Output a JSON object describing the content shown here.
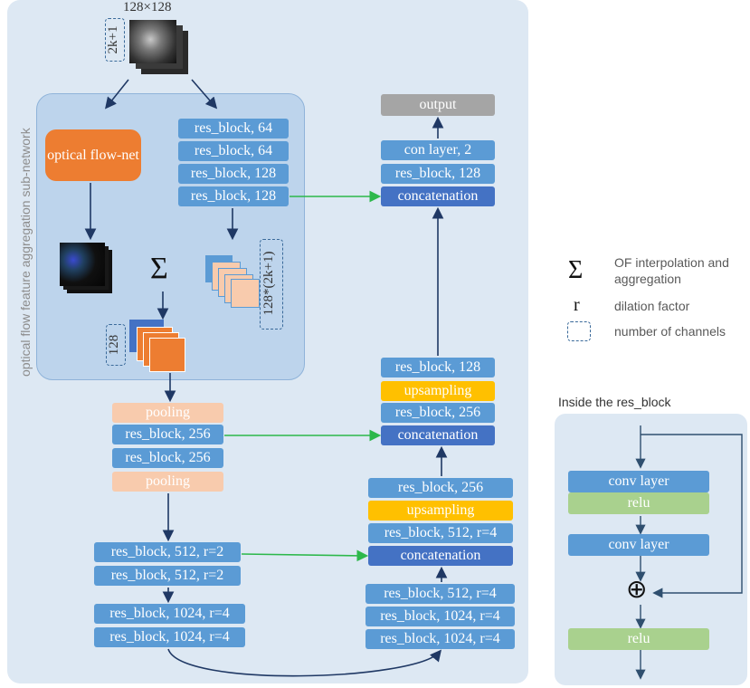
{
  "top_input": {
    "size_label": "128×128",
    "channels_label": "2k+1"
  },
  "side_label": "optical flow feature aggregation sub-network",
  "optical_flow_net": "optical flow-net",
  "sigma_symbol": "Σ",
  "feature_stack_128": "128",
  "feature_stack_128k": "128*(2k+1)",
  "encoder_top": [
    "res_block, 64",
    "res_block, 64",
    "res_block, 128",
    "res_block, 128"
  ],
  "pooling_1": "pooling",
  "encoder_256": [
    "res_block, 256",
    "res_block, 256"
  ],
  "pooling_2": "pooling",
  "encoder_512": [
    "res_block, 512, r=2",
    "res_block, 512, r=2"
  ],
  "encoder_1024": [
    "res_block, 1024, r=4",
    "res_block, 1024, r=4"
  ],
  "bottom_right": [
    "res_block, 512, r=4",
    "res_block, 1024, r=4",
    "res_block, 1024, r=4"
  ],
  "decoder_lower": {
    "top": "res_block, 256",
    "upsampling": "upsampling",
    "mid": "res_block, 512, r=4",
    "concat": "concatenation"
  },
  "decoder_mid": {
    "top": "res_block, 128",
    "upsampling": "upsampling",
    "mid": "res_block, 256",
    "concat": "concatenation"
  },
  "decoder_top": {
    "output": "output",
    "conv": "con layer, 2",
    "res": "res_block, 128",
    "concat": "concatenation"
  },
  "legend": {
    "sigma_symbol": "Σ",
    "sigma_text": "OF interpolation and aggregation",
    "r_symbol": "r",
    "r_text": "dilation factor",
    "box_text": "number of channels"
  },
  "res_block_inside": {
    "title": "Inside the res_block",
    "conv1": "conv layer",
    "relu1": "relu",
    "conv2": "conv layer",
    "plus": "⊕",
    "relu2": "relu"
  },
  "colors": {
    "res_block": "#5b9bd5",
    "concatenation": "#4472c4",
    "upsampling": "#ffc000",
    "pooling": "#f8cbad",
    "output": "#a5a5a5",
    "optical_flow_net": "#ed7d31",
    "relu": "#a9d18e",
    "arrow_dark": "#1f3864",
    "arrow_skip": "#2db84b"
  }
}
